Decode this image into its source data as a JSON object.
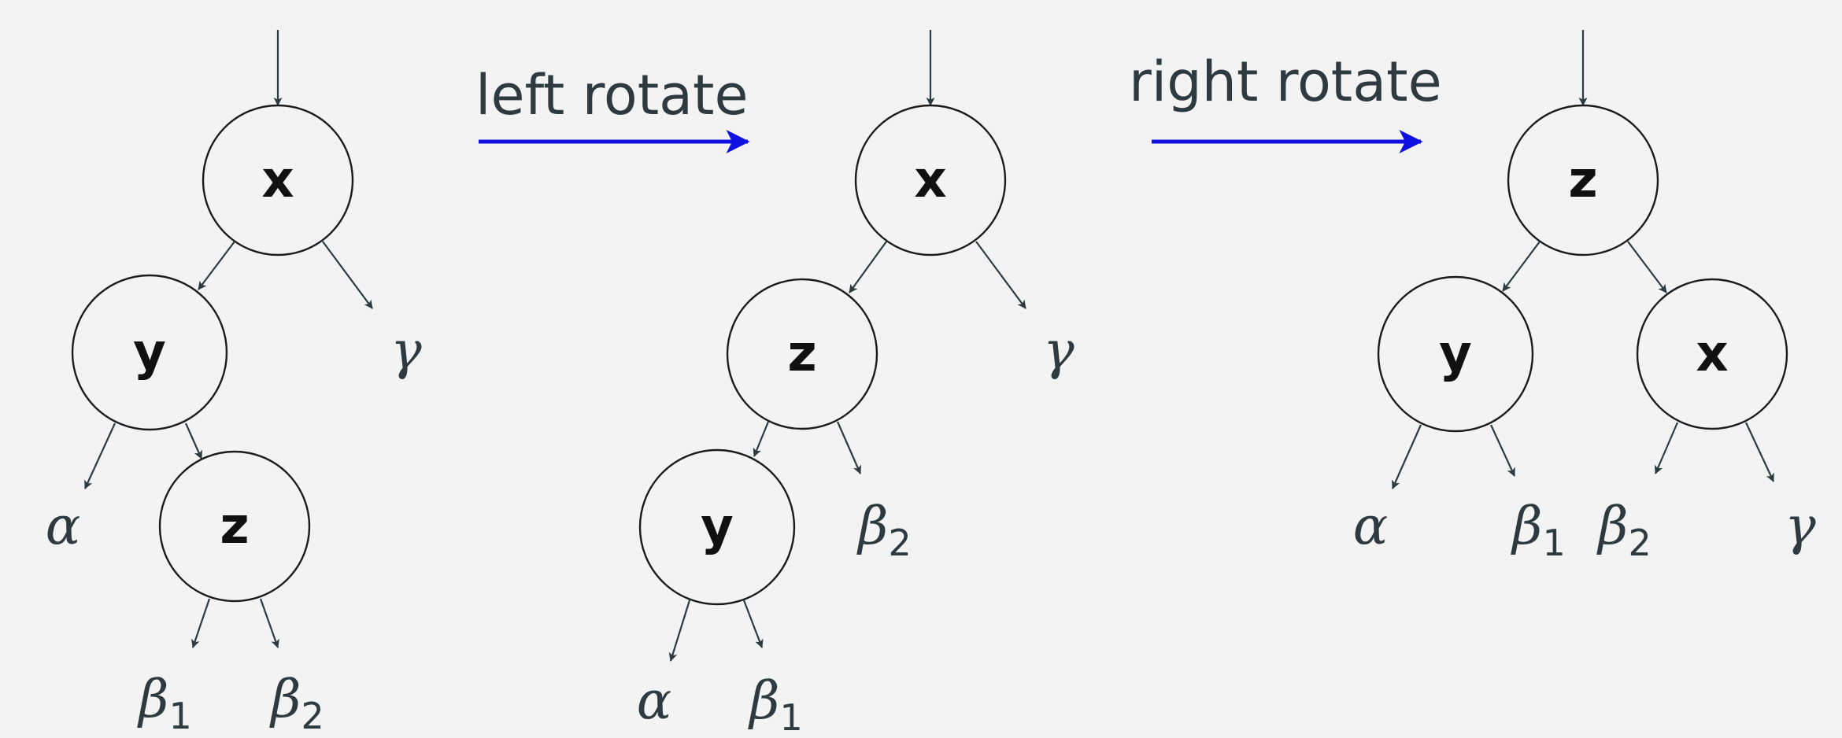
{
  "operations": [
    {
      "label": "left rotate",
      "color": "#1010e0"
    },
    {
      "label": "right rotate",
      "color": "#1010e0"
    }
  ],
  "trees": [
    {
      "nodes": [
        "x",
        "y",
        "z"
      ],
      "leaves": [
        {
          "symbol": "α",
          "sub": ""
        },
        {
          "symbol": "β",
          "sub": "1"
        },
        {
          "symbol": "β",
          "sub": "2"
        },
        {
          "symbol": "γ",
          "sub": ""
        }
      ]
    },
    {
      "nodes": [
        "x",
        "z",
        "y"
      ],
      "leaves": [
        {
          "symbol": "α",
          "sub": ""
        },
        {
          "symbol": "β",
          "sub": "1"
        },
        {
          "symbol": "β",
          "sub": "2"
        },
        {
          "symbol": "γ",
          "sub": ""
        }
      ]
    },
    {
      "nodes": [
        "z",
        "y",
        "x"
      ],
      "leaves": [
        {
          "symbol": "α",
          "sub": ""
        },
        {
          "symbol": "β",
          "sub": "1"
        },
        {
          "symbol": "β",
          "sub": "2"
        },
        {
          "symbol": "γ",
          "sub": ""
        }
      ]
    }
  ]
}
